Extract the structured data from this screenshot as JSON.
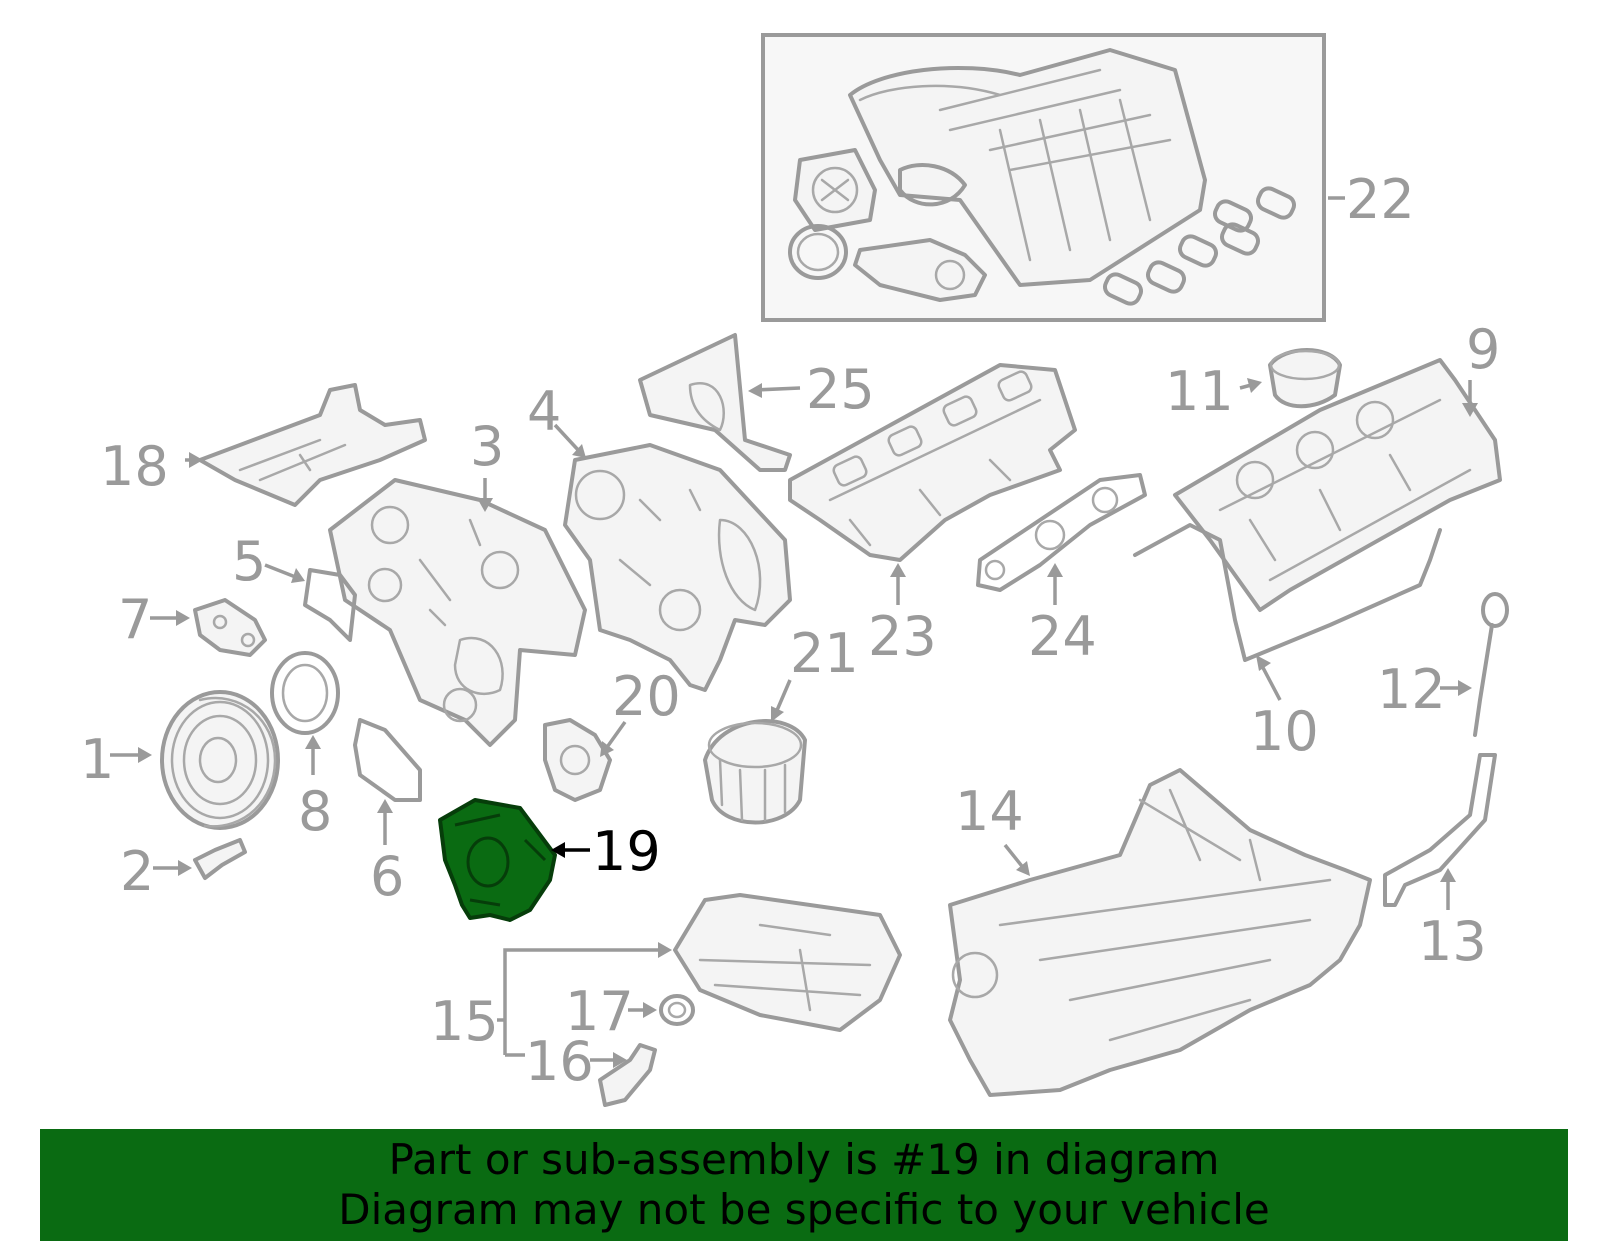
{
  "diagram": {
    "callouts": [
      {
        "label": "1"
      },
      {
        "label": "2"
      },
      {
        "label": "3"
      },
      {
        "label": "4"
      },
      {
        "label": "5"
      },
      {
        "label": "6"
      },
      {
        "label": "7"
      },
      {
        "label": "8"
      },
      {
        "label": "9"
      },
      {
        "label": "10"
      },
      {
        "label": "11"
      },
      {
        "label": "12"
      },
      {
        "label": "13"
      },
      {
        "label": "14"
      },
      {
        "label": "15"
      },
      {
        "label": "16"
      },
      {
        "label": "17"
      },
      {
        "label": "18"
      },
      {
        "label": "19"
      },
      {
        "label": "20"
      },
      {
        "label": "21"
      },
      {
        "label": "22"
      },
      {
        "label": "23"
      },
      {
        "label": "24"
      },
      {
        "label": "25"
      }
    ],
    "highlighted_part": "19",
    "highlight_color": "#0a6b12",
    "part_color": "#9a9a9a"
  },
  "banner": {
    "line1": "Part or sub-assembly is #19 in diagram",
    "line2": "Diagram may not be specific to your vehicle",
    "background": "#0a6b12"
  }
}
